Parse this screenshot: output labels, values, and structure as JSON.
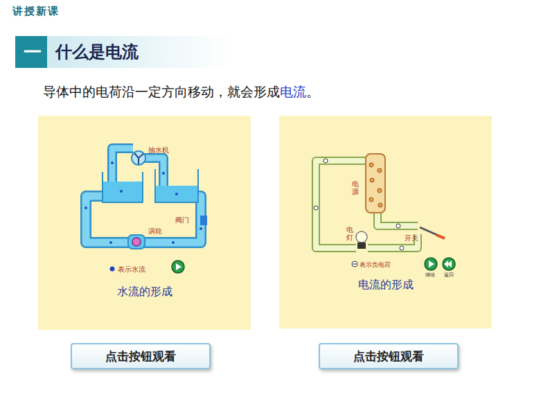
{
  "diagram": {
    "title": "什么是电流",
    "nodes": [
      {
        "text": [
          "水流的形成"
        ]
      },
      {
        "text": [
          "电流的形成"
        ]
      },
      {
        "text": [
          "点击按钮观看"
        ]
      },
      {
        "text": [
          "点击按钮观看"
        ]
      }
    ],
    "labels": [
      "讲授新课",
      "一",
      "导体中的电荷沿一定方向移动，就会形成",
      "电流",
      "。",
      "抽水机",
      "阀门",
      "涡轮",
      "电源",
      "开关",
      "电灯",
      "继续",
      "返回"
    ],
    "legend": [
      {
        "text": "表示水流"
      },
      {
        "text": "表示负电荷"
      }
    ]
  }
}
